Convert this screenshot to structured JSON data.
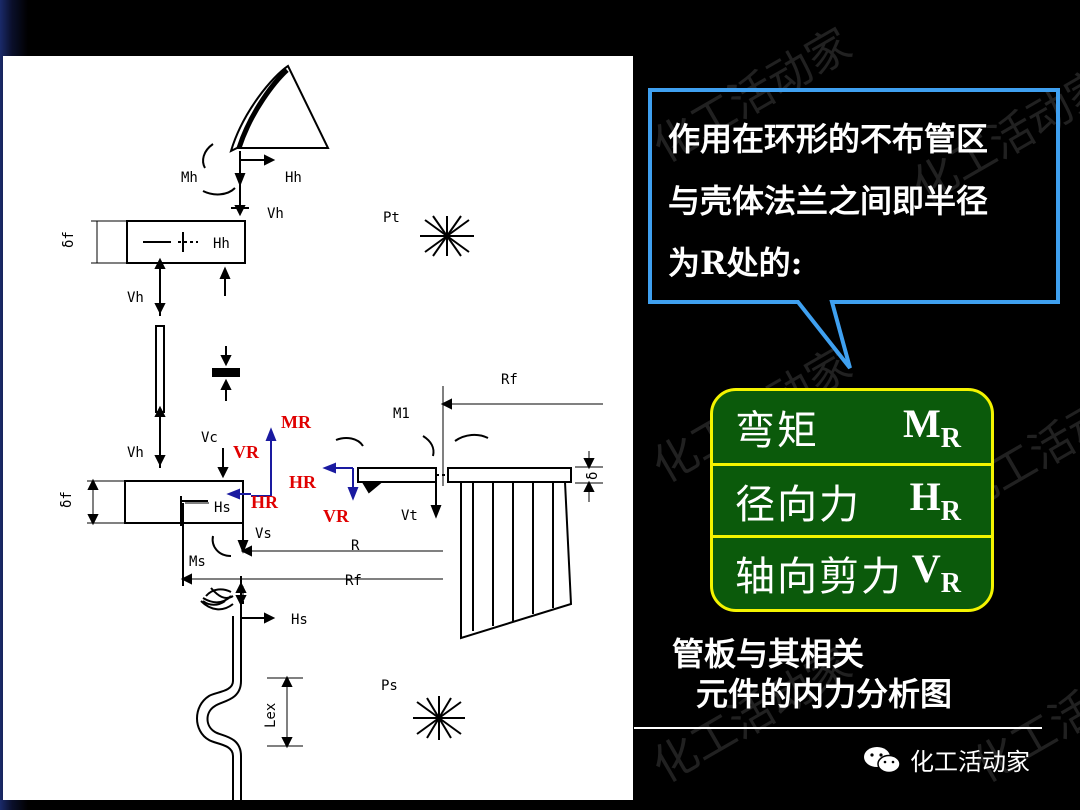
{
  "callout": {
    "line1": "作用在环形的不布管区",
    "line2": "与壳体法兰之间即半径",
    "line3": "为R处的:"
  },
  "forces": [
    {
      "name": "弯矩",
      "symbol": "M",
      "sub": "R"
    },
    {
      "name": "径向力",
      "symbol": "H",
      "sub": "R"
    },
    {
      "name": "轴向剪力",
      "symbol": "V",
      "sub": "R"
    }
  ],
  "caption": {
    "line1": "管板与其相关",
    "line2": "元件的内力分析图"
  },
  "brand": "化工活动家",
  "watermark": "化工活动家",
  "diagram": {
    "labels": {
      "Mh": "Mh",
      "Hh_top": "Hh",
      "Vh_top": "Vh",
      "Pt": "Pt",
      "Hh_box": "Hh",
      "Vh_mid": "Vh",
      "Vh_low": "Vh",
      "Vc": "Vc",
      "Hs_box": "Hs",
      "Vs": "Vs",
      "Ms": "Ms",
      "R": "R",
      "Rf_low": "Rf",
      "Rf_top": "Rf",
      "M1": "M1",
      "Vt": "Vt",
      "Hs_low": "Hs",
      "Ps": "Ps",
      "Lex": "Lex",
      "delta_f": "δf",
      "delta": "δ"
    },
    "red_labels": {
      "MR": "MR",
      "VR_a": "VR",
      "HR_a": "HR",
      "HR_b": "HR",
      "VR_b": "VR"
    }
  }
}
